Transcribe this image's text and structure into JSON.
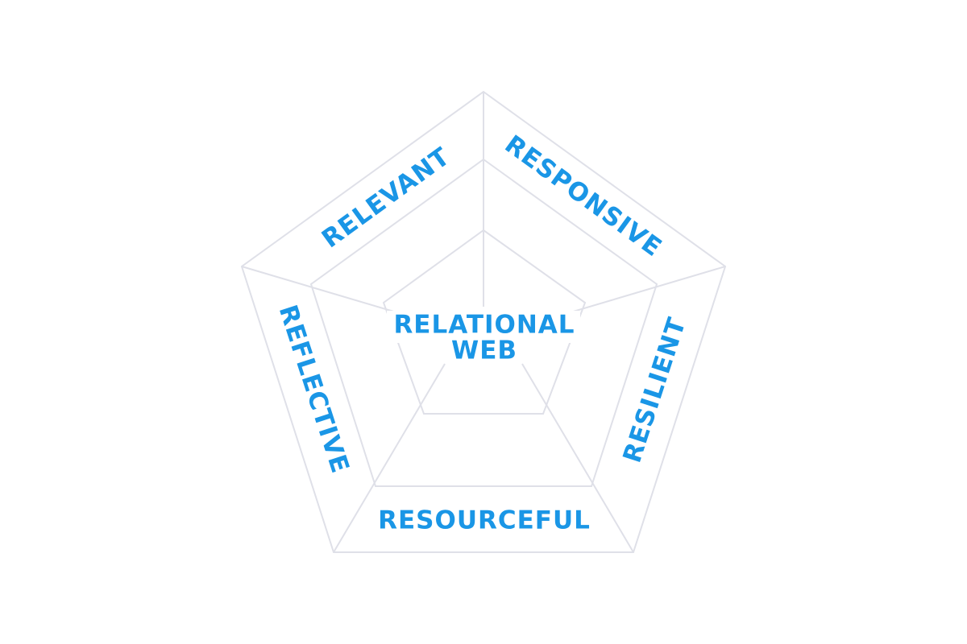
{
  "colors": {
    "line": "#dfe0e8",
    "text": "#1a96e6",
    "background": "#ffffff"
  },
  "center": {
    "line1": "RELATIONAL",
    "line2": "WEB"
  },
  "segments": [
    {
      "id": "relevant",
      "label": "RELEVANT"
    },
    {
      "id": "responsive",
      "label": "RESPONSIVE"
    },
    {
      "id": "resilient",
      "label": "RESILIENT"
    },
    {
      "id": "resourceful",
      "label": "RESOURCEFUL"
    },
    {
      "id": "reflective",
      "label": "REFLECTIVE"
    }
  ]
}
